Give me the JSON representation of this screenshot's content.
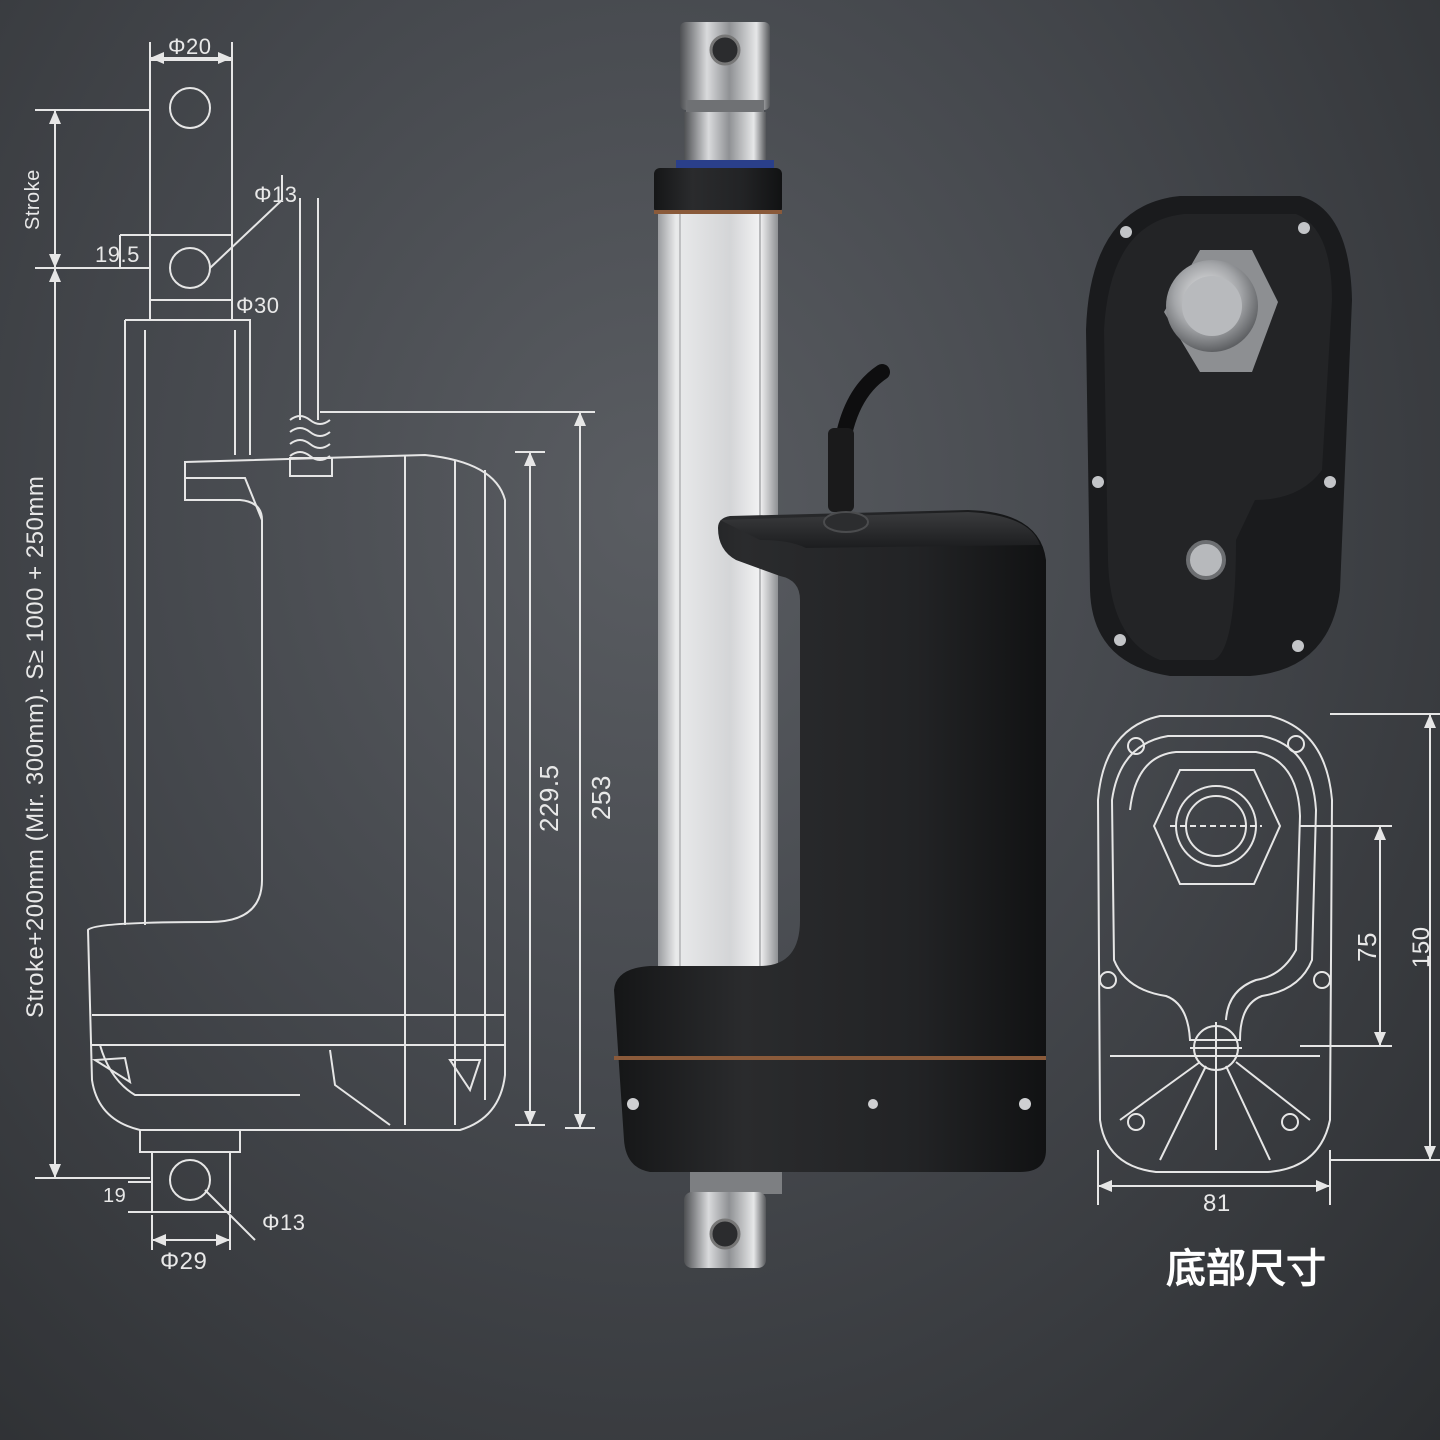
{
  "drawing_side": {
    "label_stroke_formula": "Stroke+200mm (Mir. 300mm). S≥ 1000 + 250mm",
    "label_stroke_top": "Stroke",
    "dim_top_rod_dia": "Φ20",
    "dim_top_hole": "Φ13",
    "dim_19_5": "19.5",
    "dim_rod_dia": "Φ30",
    "dim_body_229_5": "229.5",
    "dim_body_253": "253",
    "dim_bottom_19": "19",
    "dim_bottom_dia29": "Φ29",
    "dim_bottom_hole": "Φ13"
  },
  "drawing_bottom": {
    "dim_height_75": "75",
    "dim_height_150": "150",
    "dim_width_81": "81",
    "caption": "底部尺寸"
  },
  "colors": {
    "line": "#e6e6e6",
    "body_black": "#1b1c1e",
    "aluminium": "#d8d9db",
    "steel": "#a6a8ab",
    "accent_blue": "#2a3f8a",
    "accent_copper": "#8a5a3a"
  }
}
